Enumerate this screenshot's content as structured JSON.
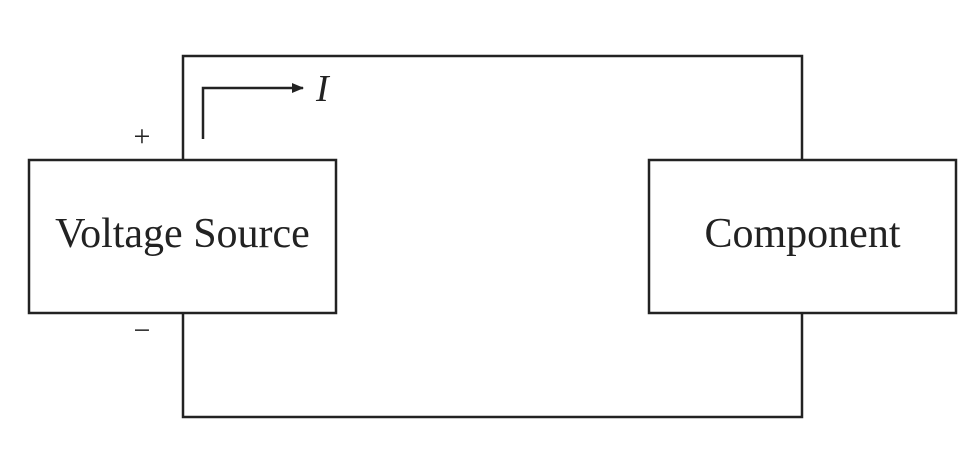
{
  "diagram": {
    "source_label": "Voltage Source",
    "component_label": "Component",
    "plus_sign": "+",
    "minus_sign": "−",
    "current_label": "I"
  },
  "colors": {
    "stroke": "#222222",
    "background": "#ffffff"
  }
}
